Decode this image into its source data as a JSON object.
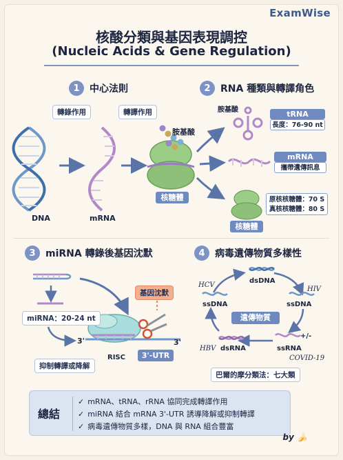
{
  "brand": "ExamWise",
  "title": {
    "zh": "核酸分類與基因表現調控",
    "en": "(Nucleic Acids & Gene Regulation)"
  },
  "section1": {
    "number": "1",
    "title": "中心法則",
    "transcription_label": "轉錄作用",
    "translation_label": "轉譯作用",
    "dna_label": "DNA",
    "mrna_label": "mRNA",
    "amino_acid_label": "胺基酸",
    "ribosome_label": "核糖體"
  },
  "section2": {
    "number": "2",
    "title": "RNA 種類與轉譯角色",
    "amino_acid_label": "胺基酸",
    "trna": {
      "name": "tRNA",
      "detail": "長度：76-90 nt"
    },
    "mrna": {
      "name": "mRNA",
      "detail": "攜帶遺傳訊息"
    },
    "rrna": {
      "line1": "原核核糖體：70 S",
      "line2": "真核核糖體：80 S"
    },
    "ribosome_label": "核糖體"
  },
  "section3": {
    "number": "3",
    "title": "miRNA 轉錄後基因沈默",
    "mirna_length": "miRNA：20-24 nt",
    "silencing_label": "基因沈默",
    "end3_left": "3'",
    "end3_right": "3'",
    "utr_label": "3'-UTR",
    "risc_label": "RISC",
    "effect_label": "抑制轉譯或降解"
  },
  "section4": {
    "number": "4",
    "title": "病毒遺傳物質多樣性",
    "center_label": "遺傳物質",
    "dsdna": "dsDNA",
    "ssdna_right": "ssDNA",
    "ssdna_left": "ssDNA",
    "ssrna": "ssRNA",
    "dsrna": "dsRNA",
    "hcv": "HCV",
    "hiv": "HIV",
    "hbv": "HBV",
    "covid": "COVID-19",
    "pm_sign": "+/-",
    "baltimore": "巴爾的摩分類法：七大類"
  },
  "summary": {
    "key": "總結",
    "items": [
      "mRNA、tRNA、rRNA 協同完成轉譯作用",
      "miRNA 結合 mRNA 3'-UTR 誘導降解或抑制轉譯",
      "病毒遺傳物質多樣，DNA 與 RNA 組合豐富"
    ]
  },
  "byline": "by",
  "colors": {
    "accent": "#7d93c6",
    "navy": "#1b2440",
    "ribosome_green": "#8fc07a",
    "dna_blue": "#6d98c9",
    "rna_purple": "#b08ac8",
    "silencing_orange": "#f0a784"
  }
}
